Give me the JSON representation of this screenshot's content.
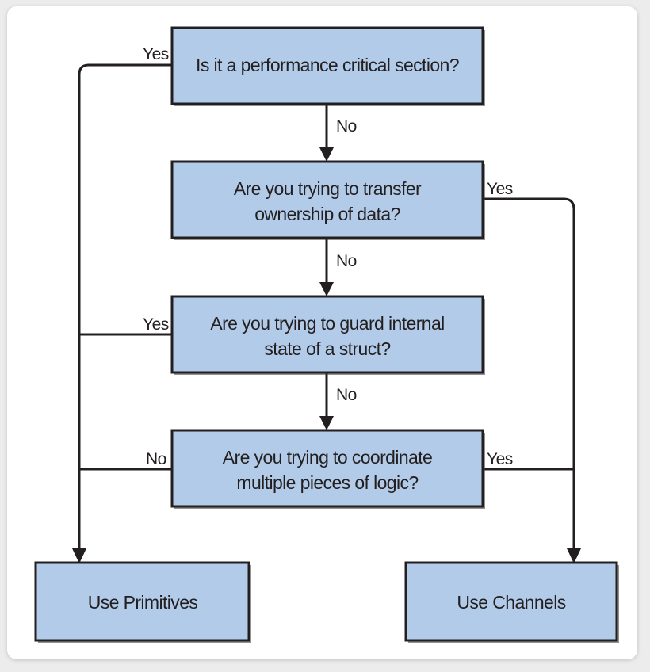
{
  "nodes": {
    "q1": "Is it a performance critical section?",
    "q2_line1": "Are you trying to transfer",
    "q2_line2": "ownership of data?",
    "q3_line1": "Are you trying to guard internal",
    "q3_line2": "state of a struct?",
    "q4_line1": "Are you trying to coordinate",
    "q4_line2": "multiple pieces of logic?",
    "use_primitives": "Use Primitives",
    "use_channels": "Use Channels"
  },
  "edges": {
    "q1_yes": "Yes",
    "q1_no": "No",
    "q2_yes": "Yes",
    "q2_no": "No",
    "q3_yes": "Yes",
    "q3_no": "No",
    "q4_no": "No",
    "q4_yes": "Yes"
  },
  "colors": {
    "box_fill": "#b2cbe8",
    "line": "#231f20"
  }
}
